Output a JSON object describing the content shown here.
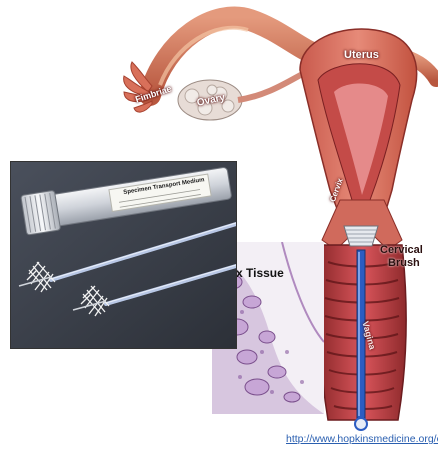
{
  "anatomy_labels": {
    "uterus": "Uterus",
    "fimbriae": "Fimbriae",
    "ovary": "Ovary",
    "cervix": "Cervix",
    "vagina": "Vagina"
  },
  "instrument_label": {
    "line1": "Cervical",
    "line2": "Brush"
  },
  "inset_histology": {
    "label": "x Tissue"
  },
  "inset_photo": {
    "tube_label": "Specimen Transport Medium"
  },
  "credit": {
    "url": "http://www.hopkinsmedicine.org/c"
  },
  "colors": {
    "tissue": "#d86a5c",
    "tissue_dark": "#a83b33",
    "canal": "#c8404c",
    "brush_blue": "#2b5cc2",
    "photo_bg": "#3a3f4a",
    "histology": "#b99bc6"
  }
}
